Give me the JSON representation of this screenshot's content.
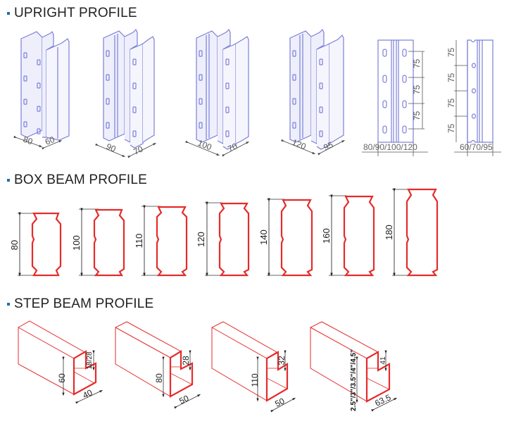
{
  "colors": {
    "bullet": "#1e6fae",
    "heading_text": "#222222",
    "upright_stroke": "#7b7fd9",
    "upright_fill": "#eeeffb",
    "beam_stroke": "#e52b2b",
    "dimension_line": "#555555"
  },
  "sections": [
    {
      "title": "UPRIGHT PROFILE",
      "items": [
        {
          "width": "80",
          "depth": "60"
        },
        {
          "width": "90",
          "depth": "70"
        },
        {
          "width": "100",
          "depth": "70"
        },
        {
          "width": "120",
          "depth": "95"
        }
      ],
      "front_view": {
        "pitch_labels": [
          "75",
          "75",
          "75"
        ],
        "width_label": "80/90/100/120"
      },
      "side_view": {
        "pitch_labels": [
          "75",
          "75",
          "75",
          "75"
        ],
        "depth_label": "60/70/95"
      }
    },
    {
      "title": "BOX BEAM PROFILE",
      "items": [
        {
          "height": "80"
        },
        {
          "height": "100"
        },
        {
          "height": "110"
        },
        {
          "height": "120"
        },
        {
          "height": "140"
        },
        {
          "height": "160"
        },
        {
          "height": "180"
        }
      ]
    },
    {
      "title": "STEP BEAM PROFILE",
      "items": [
        {
          "height": "60",
          "step": "18/28",
          "width": "40"
        },
        {
          "height": "80",
          "step": "28",
          "width": "50"
        },
        {
          "height": "110",
          "step": "32",
          "width": "50"
        },
        {
          "height": "2.5\"/3\"/3.5\"/4\"/4.5\"",
          "step": "41",
          "width": "63.5"
        }
      ]
    }
  ]
}
